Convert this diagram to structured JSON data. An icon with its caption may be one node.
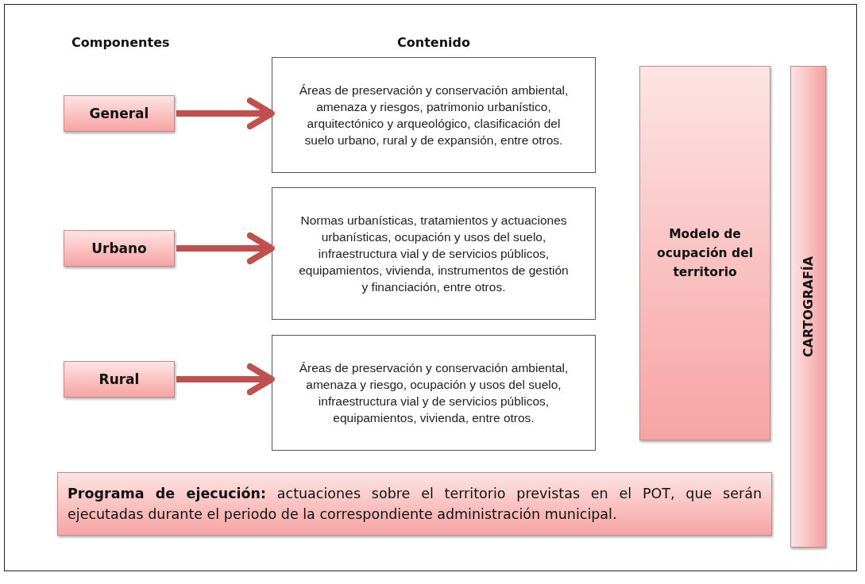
{
  "diagram": {
    "nodes": [
      {
        "text": [
          "General"
        ]
      },
      {
        "text": [
          "Áreas de preservación y conservación ambiental, amenaza y riesgos, patrimonio urbanístico, arquitectónico y arqueológico, clasificación del suelo urbano, rural y de expansión, entre otros."
        ]
      },
      {
        "text": [
          "Urbano"
        ]
      },
      {
        "text": [
          "Normas urbanísticas, tratamientos y actuaciones urbanísticas, ocupación y usos del suelo, infraestructura vial y de servicios públicos, equipamientos, vivienda, instrumentos de gestión y financiación, entre otros."
        ]
      },
      {
        "text": [
          "Rural"
        ]
      },
      {
        "text": [
          "Áreas de preservación y conservación ambiental, amenaza y riesgo, ocupación y usos del suelo, infraestructura vial y de servicios públicos, equipamientos, vivienda, entre otros."
        ]
      },
      {
        "text": [
          "Modelo de ocupación del territorio"
        ]
      },
      {
        "text": [
          "CARTOGRAFÍA"
        ]
      },
      {
        "text": [
          "**Programa de ejecución:** actuaciones sobre el territorio previstas en el POT, que serán ejecutadas durante el periodo de la correspondiente administración municipal."
        ]
      }
    ],
    "edges": [
      {
        "from": 0,
        "to": 1,
        "arrow": "to"
      },
      {
        "from": 2,
        "to": 3,
        "arrow": "to"
      },
      {
        "from": 4,
        "to": 5,
        "arrow": "to"
      }
    ],
    "labels": [
      "Componentes",
      "Contenido"
    ]
  }
}
